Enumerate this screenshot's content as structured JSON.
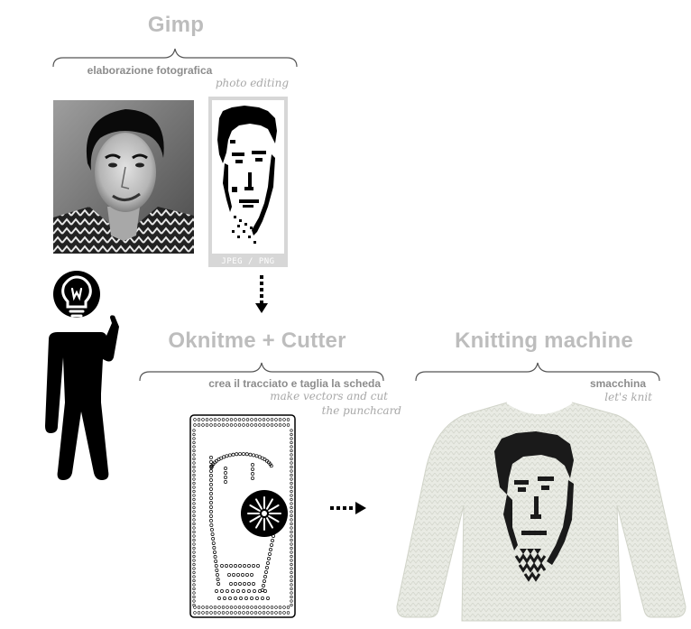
{
  "sections": {
    "gimp": {
      "title": "Gimp",
      "subtitle_it": "elaborazione fotografica",
      "subtitle_en": "photo editing",
      "file_format": "JPEG / PNG"
    },
    "oknitme": {
      "title": "Oknitme + Cutter",
      "subtitle_it": "crea il tracciato e taglia la scheda",
      "subtitle_en_line1": "make vectors and cut",
      "subtitle_en_line2": "the punchcard"
    },
    "knitting": {
      "title": "Knitting machine",
      "subtitle_it": "smacchina",
      "subtitle_en": "let's knit"
    }
  },
  "icons": {
    "idea": "lightbulb-icon",
    "person": "thinking-person-icon",
    "cutter": "saw-blade-icon",
    "arrow_down": "dotted-arrow-down-icon",
    "arrow_right": "dotted-arrow-right-icon"
  },
  "colors": {
    "heading": "#bdbdbd",
    "text": "#8c8c8c",
    "sweater": "#e9ebe4",
    "ink": "#000000"
  }
}
